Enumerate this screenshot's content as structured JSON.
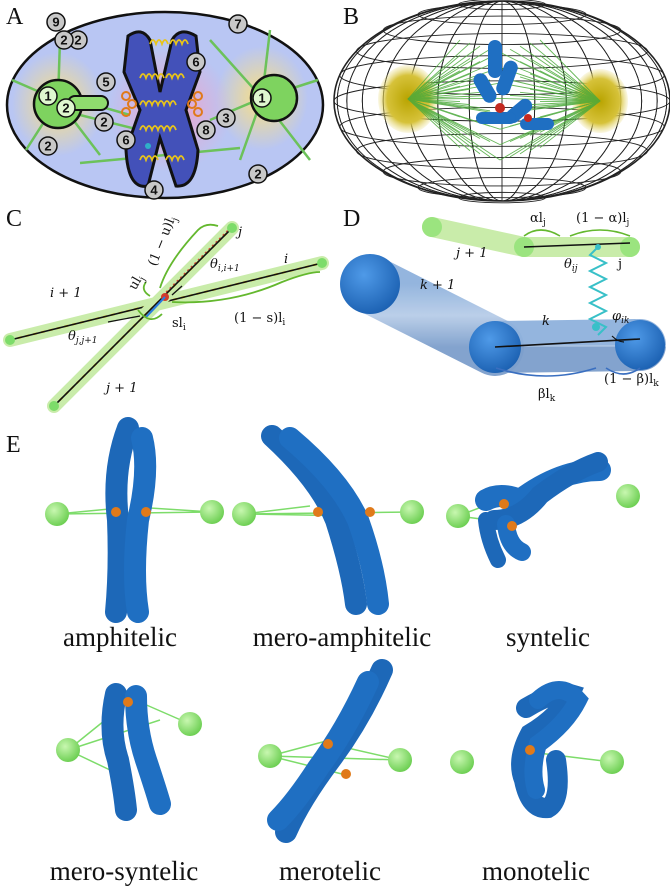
{
  "panels": {
    "a": "A",
    "b": "B",
    "c": "C",
    "d": "D",
    "e": "E"
  },
  "panel_a": {
    "markers": [
      "1",
      "2",
      "2",
      "2",
      "2",
      "2",
      "2",
      "3",
      "4",
      "5",
      "6",
      "6",
      "7",
      "8",
      "9",
      "1"
    ]
  },
  "panel_c": {
    "labels": {
      "j": "j",
      "i": "i",
      "i_plus_1": "i + 1",
      "j_plus_1": "j + 1",
      "one_minus_u_lj": "(1 − u)l",
      "u_lj": "ul",
      "theta_i": "θ",
      "theta_i_sub": "i,i+1",
      "theta_j": "θ",
      "theta_j_sub": "j,j+1",
      "s_li": "sl",
      "one_minus_s_li": "(1 − s)l",
      "sub_j": "j",
      "sub_i": "i"
    }
  },
  "panel_d": {
    "labels": {
      "j_plus_1": "j + 1",
      "j": "j",
      "k_plus_1": "k + 1",
      "k": "k",
      "alpha_lj": "αl",
      "one_minus_alpha_lj": "(1 − α)l",
      "theta_ij": "θ",
      "theta_ij_sub": "ij",
      "phi_ik": "φ",
      "phi_ik_sub": "ik",
      "beta_lk": "βl",
      "one_minus_beta_lk": "(1 − β)l",
      "sub_j": "j",
      "sub_k": "k"
    }
  },
  "panel_e": {
    "captions": [
      "amphitelic",
      "mero-amphitelic",
      "syntelic",
      "mero-syntelic",
      "merotelic",
      "monotelic"
    ]
  },
  "colors": {
    "chromosome_blue": "#1f6fc2",
    "spindle_green": "#7ddc6a",
    "kinetochore_orange": "#e07a1a",
    "cell_fill": "#b9c6f3",
    "nucleus_fill": "#4a5bc6"
  }
}
